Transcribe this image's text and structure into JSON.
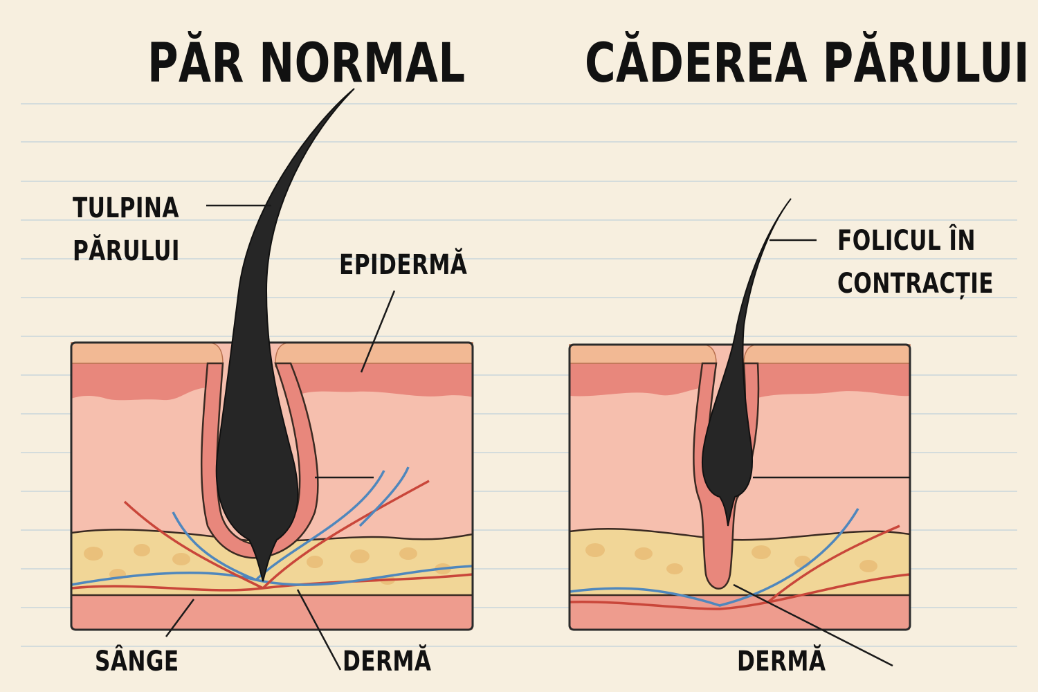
{
  "panels": {
    "normal": {
      "title": "PĂR NORMAL"
    },
    "loss": {
      "title": "CĂDEREA PĂRULUI"
    }
  },
  "labels": {
    "hair_shaft": {
      "line1": "TULPINA",
      "line2": "PĂRULUI"
    },
    "epidermis": "EPIDERMĂ",
    "blood": "SÂNGE",
    "dermis_left": "DERMĂ",
    "shrinking_follicle": {
      "line1": "FOLICUL ÎN",
      "line2": "CONTRACȚIE"
    },
    "dermis_right": "DERMĂ"
  },
  "colors": {
    "paper": "#f7efdf",
    "rule_line": "#c9d6dc",
    "skin_surface": "#f2b994",
    "epidermis": "#e8877c",
    "dermis": "#f6bfae",
    "fat": "#f1d697",
    "lower_band": "#ee9c8e",
    "hair": "#262626",
    "vessel_red": "#c9463a",
    "vessel_blue": "#4f87bd"
  }
}
